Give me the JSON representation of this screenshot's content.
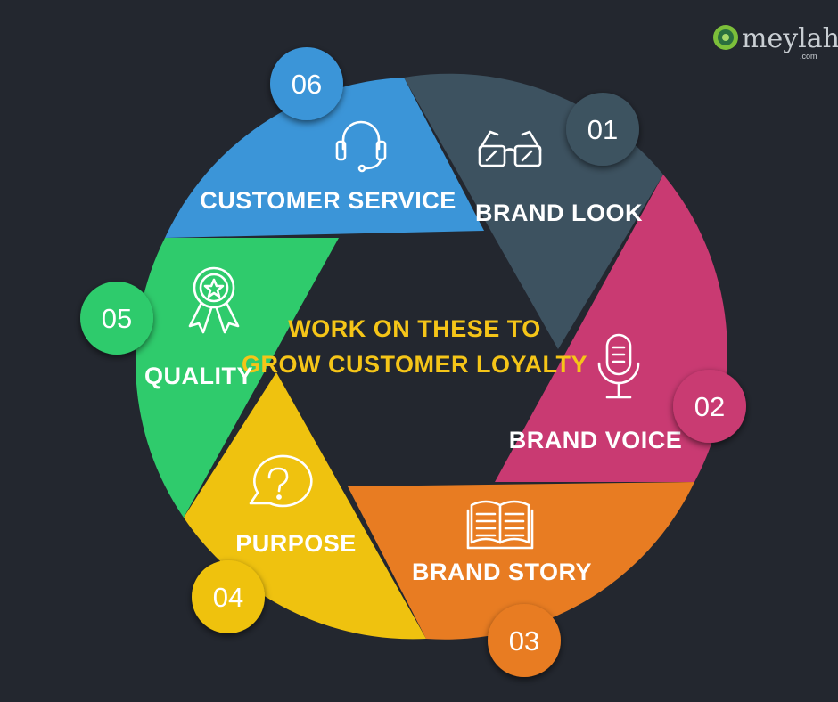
{
  "brand": {
    "name": "meylah",
    "sub": ".com"
  },
  "center": {
    "line1": "WORK ON THESE TO",
    "line2": "GROW CUSTOMER LOYALTY",
    "color": "#f5c518"
  },
  "segments": [
    {
      "number": "01",
      "label": "BRAND LOOK",
      "icon": "glasses-icon",
      "color": "#3d5260"
    },
    {
      "number": "02",
      "label": "BRAND VOICE",
      "icon": "microphone-icon",
      "color": "#c93a72"
    },
    {
      "number": "03",
      "label": "BRAND STORY",
      "icon": "open-book-icon",
      "color": "#e87c22"
    },
    {
      "number": "04",
      "label": "PURPOSE",
      "icon": "question-bubble-icon",
      "color": "#efc20f"
    },
    {
      "number": "05",
      "label": "QUALITY",
      "icon": "award-ribbon-icon",
      "color": "#2fcb6c"
    },
    {
      "number": "06",
      "label": "CUSTOMER SERVICE",
      "icon": "headset-icon",
      "color": "#3b95d8"
    }
  ]
}
